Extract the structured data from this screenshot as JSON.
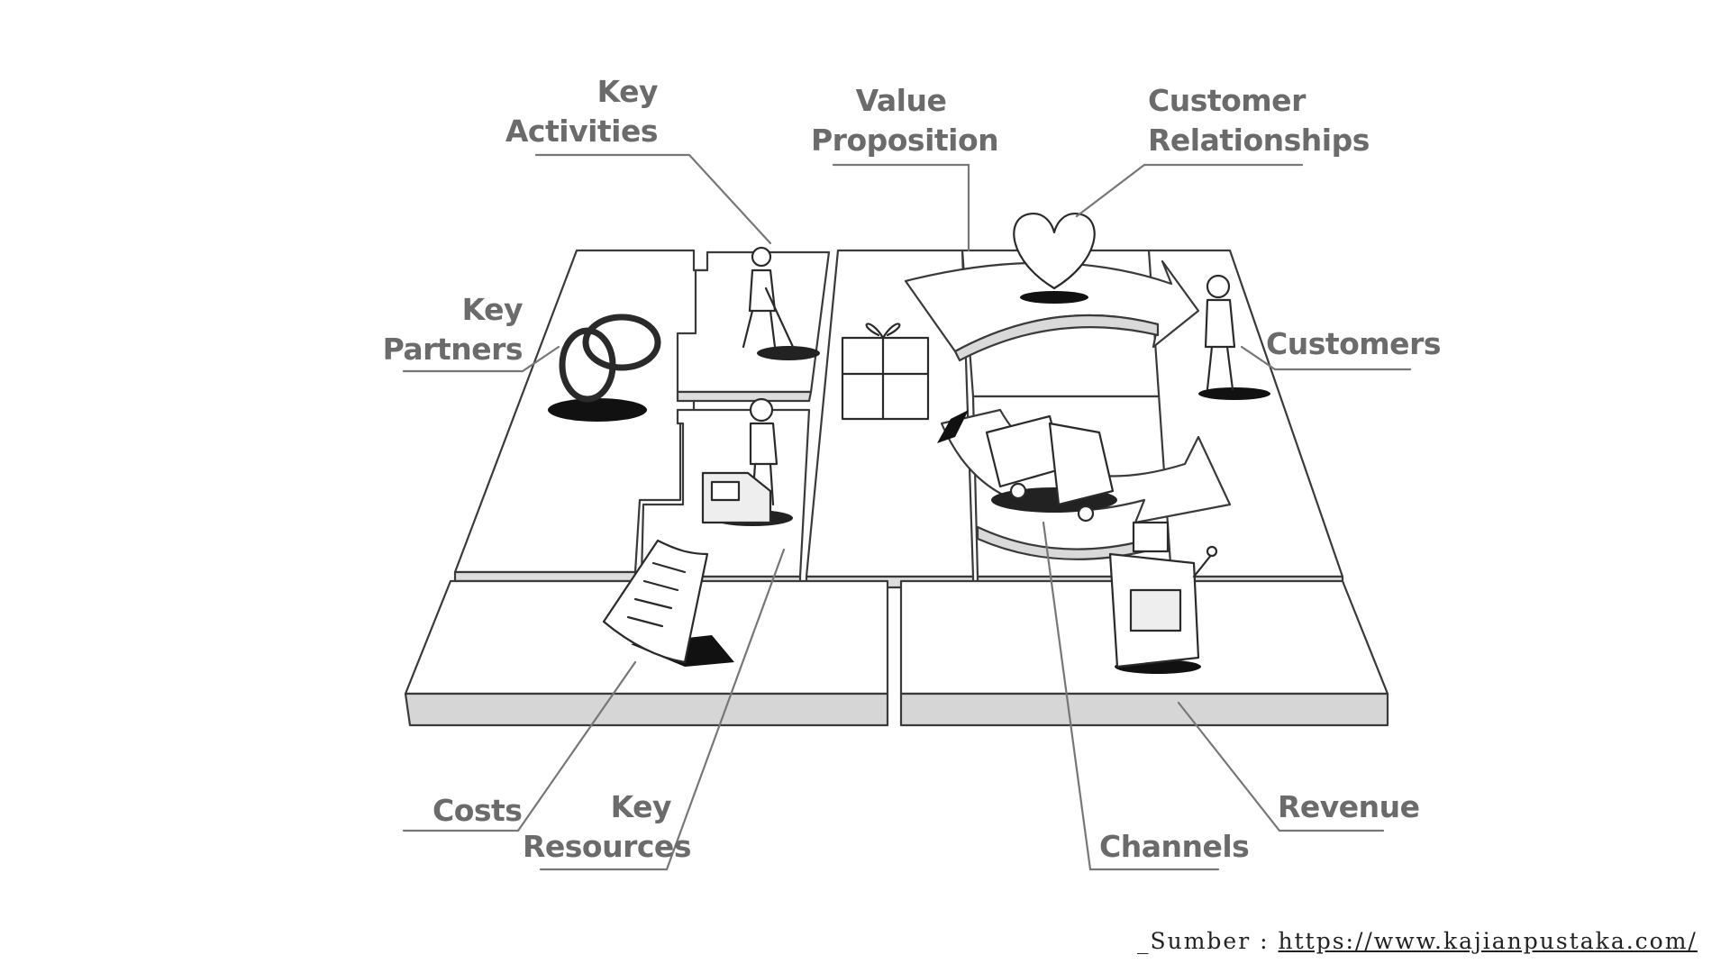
{
  "labels": {
    "key_activities": [
      "Key",
      "Activities"
    ],
    "value_proposition": [
      "Value",
      "Proposition"
    ],
    "customer_relationships": [
      "Customer",
      "Relationships"
    ],
    "key_partners": [
      "Key",
      "Partners"
    ],
    "customers": "Customers",
    "costs": "Costs",
    "key_resources": [
      "Key",
      "Resources"
    ],
    "channels": "Channels",
    "revenue": "Revenue"
  },
  "source": {
    "prefix": "_Sumber : ",
    "url": "https://www.kajianpustaka.com/"
  },
  "icons": [
    "rings-icon",
    "digging-worker-icon",
    "factory-worker-icon",
    "gift-icon",
    "heart-icon",
    "person-icon",
    "truck-icon",
    "document-icon",
    "cash-register-icon"
  ]
}
